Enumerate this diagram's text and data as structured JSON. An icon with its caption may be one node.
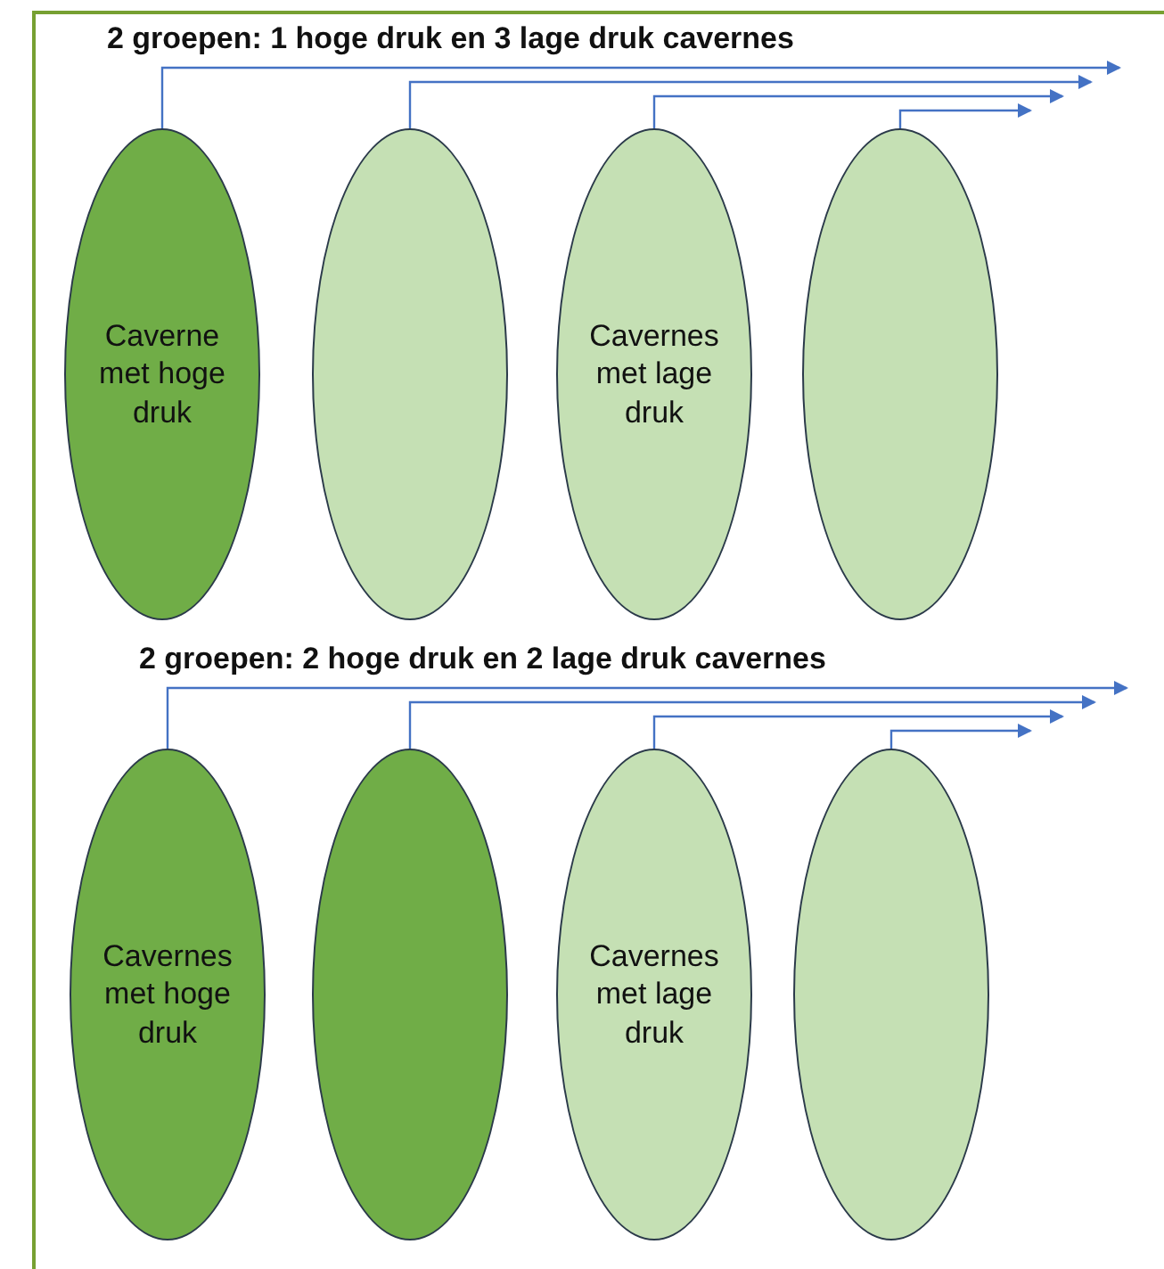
{
  "diagram": {
    "nodes": [
      {
        "text": [
          "Caverne met hoge druk"
        ]
      },
      {
        "text": [],
        "shape": "ellipse"
      },
      {
        "text": [
          "Cavernes met lage druk"
        ]
      },
      {
        "text": [],
        "shape": "ellipse"
      },
      {
        "text": [
          "Cavernes met hoge druk"
        ]
      },
      {
        "text": [],
        "shape": "ellipse"
      },
      {
        "text": [
          "Cavernes met lage druk"
        ]
      },
      {
        "text": [],
        "shape": "ellipse"
      }
    ],
    "edges": [
      {
        "from": 0,
        "to": null,
        "arrow": "to"
      },
      {
        "from": 1,
        "to": null,
        "arrow": "to"
      },
      {
        "from": 2,
        "to": null,
        "arrow": "to"
      },
      {
        "from": 3,
        "to": null,
        "arrow": "to"
      },
      {
        "from": 4,
        "to": null,
        "arrow": "to"
      },
      {
        "from": 5,
        "to": null,
        "arrow": "to"
      },
      {
        "from": 6,
        "to": null,
        "arrow": "to"
      },
      {
        "from": 7,
        "to": null,
        "arrow": "to"
      }
    ],
    "labels": [
      "2 groepen: 1 hoge druk en 3 lage druk cavernes",
      "2 groepen: 2 hoge druk en 2 lage druk cavernes"
    ]
  }
}
